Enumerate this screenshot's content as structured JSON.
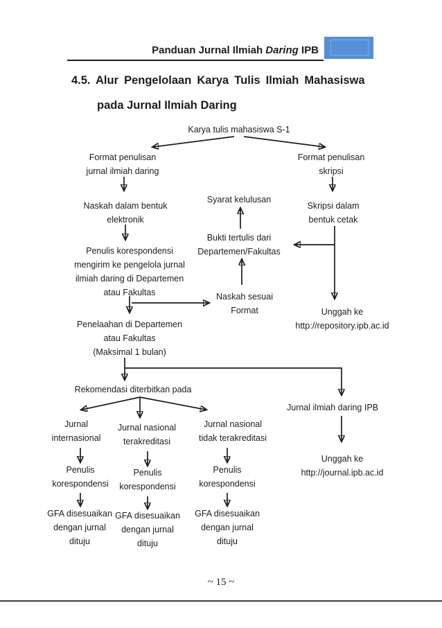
{
  "colors": {
    "accent_blue": "#5590d8",
    "accent_blue_inner": "#85acdf",
    "line": "#1c1c1c",
    "text": "#1c1c1c",
    "footer_rule": "#3d3d41"
  },
  "header": {
    "title_prefix": "Panduan Jurnal Ilmiah ",
    "title_italic": "Daring",
    "title_suffix": " IPB"
  },
  "section_heading": {
    "line1": "4.5. Alur Pengelolaan Karya Tulis Ilmiah Mahasiswa",
    "line2": "pada Jurnal Ilmiah Daring"
  },
  "footer": {
    "page_number": "~ 15 ~"
  },
  "flowchart": {
    "nodes": {
      "karya_tulis": {
        "lines": [
          "Karya tulis mahasiswa S-1"
        ]
      },
      "format_daring": {
        "lines": [
          "Format penulisan",
          "jurnal ilmiah daring"
        ]
      },
      "format_skripsi": {
        "lines": [
          "Format penulisan",
          "skripsi"
        ]
      },
      "naskah_elektronik": {
        "lines": [
          "Naskah dalam bentuk",
          "elektronik"
        ]
      },
      "syarat_kelulusan": {
        "lines": [
          "Syarat kelulusan"
        ]
      },
      "skripsi_cetak": {
        "lines": [
          "Skripsi dalam",
          "bentuk cetak"
        ]
      },
      "penulis_utama": {
        "lines": [
          "Penulis korespondensi",
          "mengirim ke pengelola jurnal",
          "ilmiah daring di Departemen",
          "atau Fakultas"
        ]
      },
      "bukti_tertulis": {
        "lines": [
          "Bukti tertulis dari",
          "Departemen/Fakultas"
        ]
      },
      "naskah_sesuai": {
        "lines": [
          "Naskah sesuai",
          "Format"
        ]
      },
      "unggah_repository": {
        "lines": [
          "Unggah ke",
          "http://repository.ipb.ac.id"
        ]
      },
      "penelaahan": {
        "lines": [
          "Penelaahan di Departemen",
          "atau Fakultas",
          "(Maksimal 1 bulan)"
        ]
      },
      "rekomendasi": {
        "lines": [
          "Rekomendasi diterbitkan pada"
        ]
      },
      "jurnal_daring_ipb": {
        "lines": [
          "Jurnal ilmiah daring IPB"
        ]
      },
      "jurnal_internasional": {
        "lines": [
          "Jurnal",
          "internasional"
        ]
      },
      "jurnal_terakreditasi": {
        "lines": [
          "Jurnal nasional",
          "terakreditasi"
        ]
      },
      "jurnal_tidak_terakreditasi": {
        "lines": [
          "Jurnal nasional",
          "tidak terakreditasi"
        ]
      },
      "unggah_journal": {
        "lines": [
          "Unggah ke",
          "http://journal.ipb.ac.id"
        ]
      },
      "penulis_kiri": {
        "lines": [
          "Penulis",
          "korespondensi"
        ]
      },
      "penulis_tengah": {
        "lines": [
          "Penulis",
          "korespondensi"
        ]
      },
      "penulis_kanan": {
        "lines": [
          "Penulis",
          "korespondensi"
        ]
      },
      "gfa_kiri": {
        "lines": [
          "GFA disesuaikan",
          "dengan jurnal",
          "dituju"
        ]
      },
      "gfa_tengah": {
        "lines": [
          "GFA disesuaikan",
          "dengan jurnal",
          "dituju"
        ]
      },
      "gfa_kanan": {
        "lines": [
          "GFA disesuaikan",
          "dengan jurnal",
          "dituju"
        ]
      }
    }
  }
}
